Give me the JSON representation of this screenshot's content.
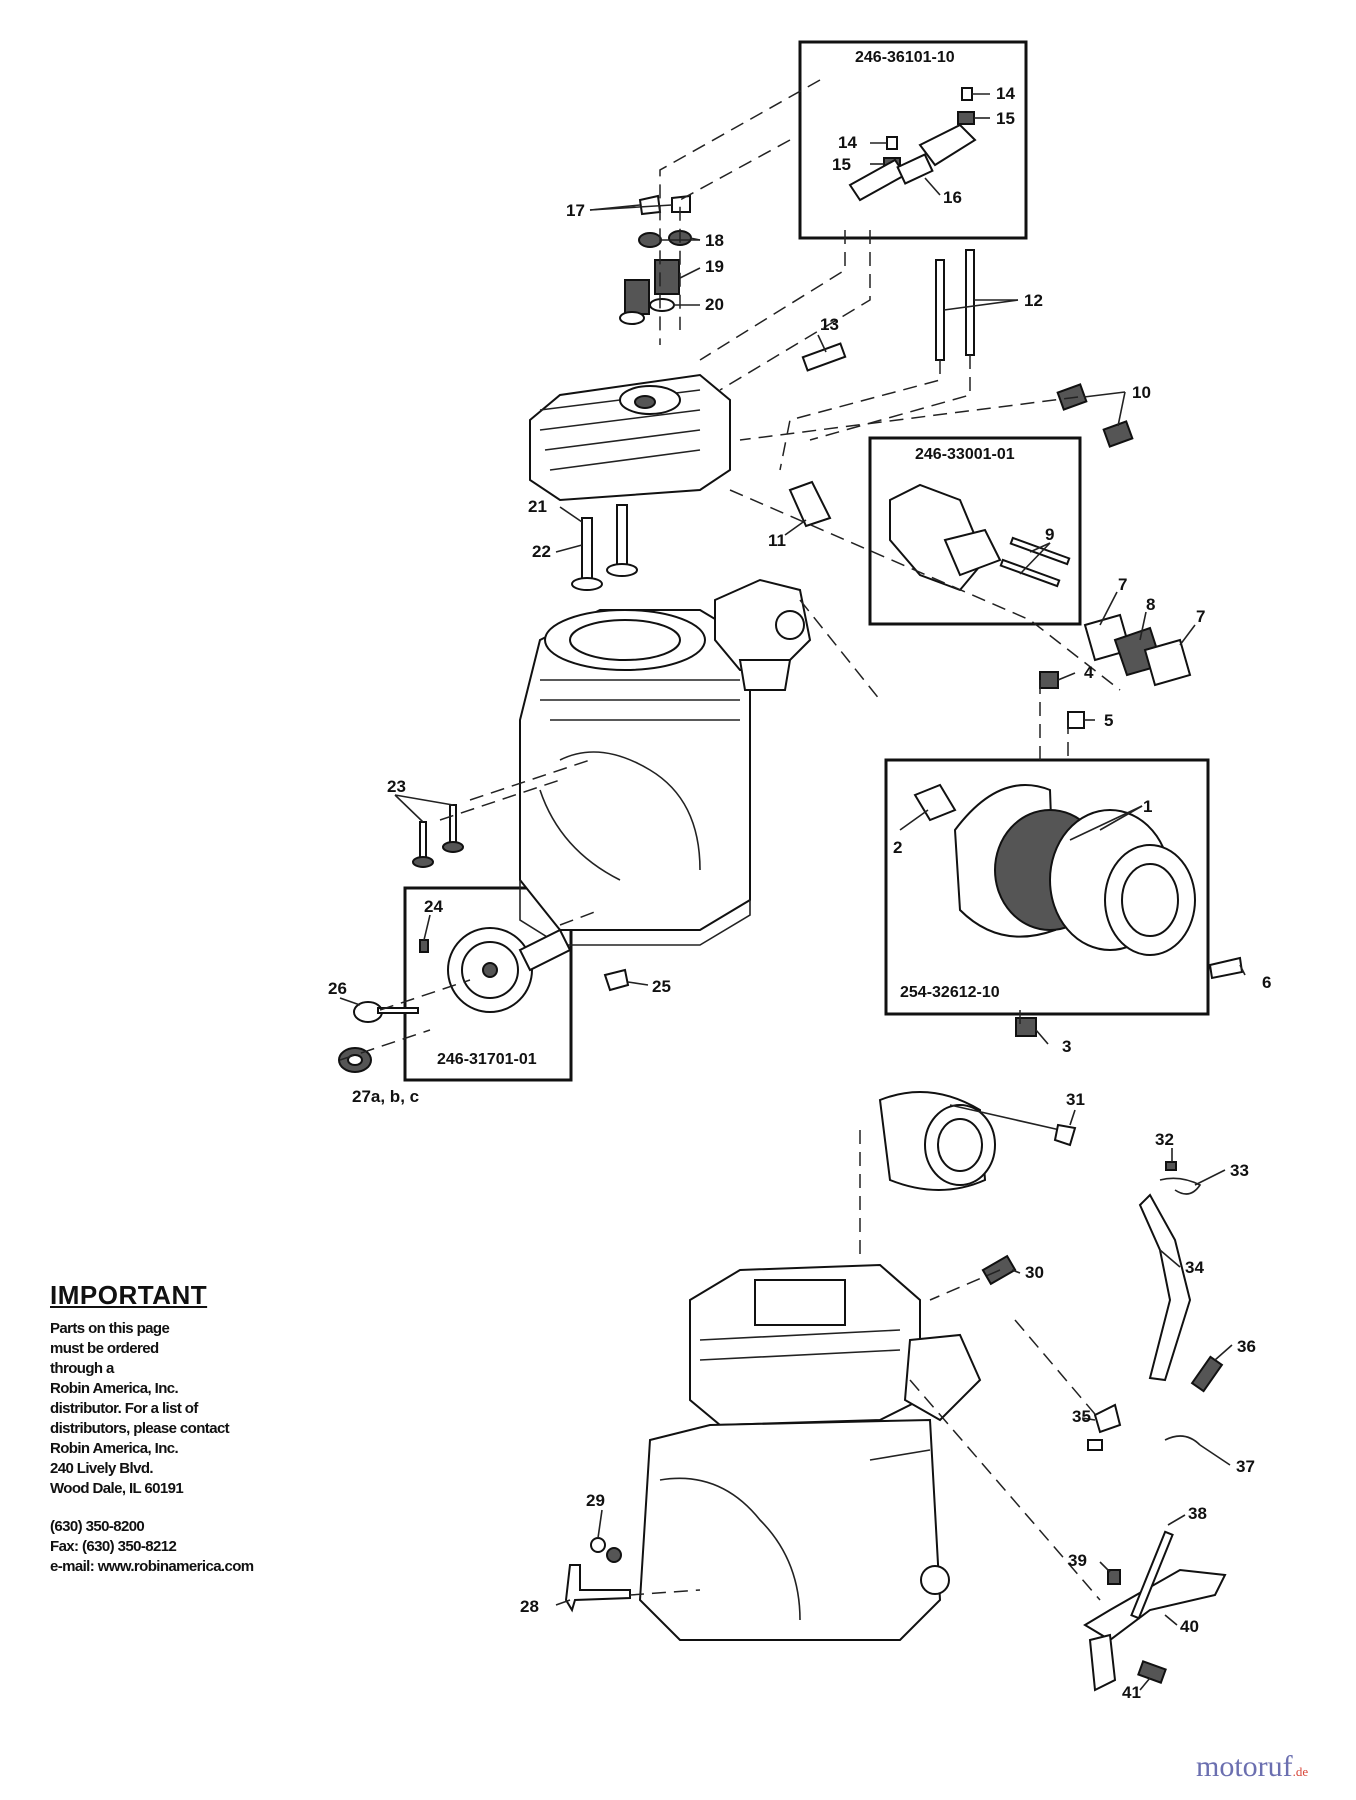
{
  "kits": {
    "rocker": "246-36101-10",
    "intake": "246-33001-01",
    "camshaft": "246-31701-01",
    "air_cleaner": "254-32612-10"
  },
  "labels": {
    "p1": "1",
    "p2": "2",
    "p3": "3",
    "p4": "4",
    "p5": "5",
    "p6": "6",
    "p7a": "7",
    "p7b": "7",
    "p8": "8",
    "p9": "9",
    "p10": "10",
    "p11": "11",
    "p12": "12",
    "p13": "13",
    "p14a": "14",
    "p14b": "14",
    "p15a": "15",
    "p15b": "15",
    "p16": "16",
    "p17": "17",
    "p18": "18",
    "p19": "19",
    "p20": "20",
    "p21": "21",
    "p22": "22",
    "p23": "23",
    "p24": "24",
    "p25": "25",
    "p26": "26",
    "p27": "27a, b, c",
    "p28": "28",
    "p29": "29",
    "p30": "30",
    "p31": "31",
    "p32": "32",
    "p33": "33",
    "p34": "34",
    "p35": "35",
    "p36": "36",
    "p37": "37",
    "p38": "38",
    "p39": "39",
    "p40": "40",
    "p41": "41"
  },
  "notice": {
    "heading": "IMPORTANT",
    "lines": [
      "Parts on this page",
      "must be ordered",
      "through a",
      "Robin America, Inc.",
      "distributor. For a list of",
      "distributors, please contact",
      "Robin America, Inc.",
      "240 Lively Blvd.",
      "Wood Dale, IL 60191"
    ],
    "phone": "(630) 350-8200",
    "fax": "Fax: (630) 350-8212",
    "email": "e-mail: www.robinamerica.com"
  },
  "watermark": {
    "main": "motoruf",
    "suffix": ".de"
  }
}
